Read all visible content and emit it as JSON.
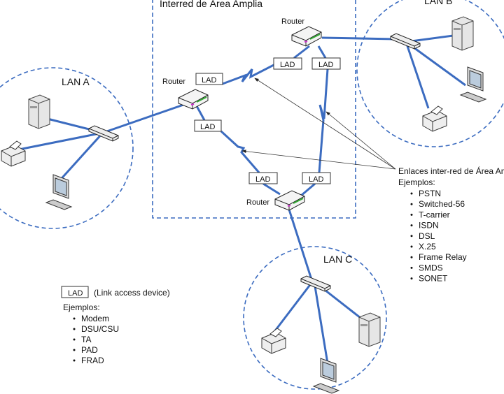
{
  "wan": {
    "title": "Interred de Área Amplia"
  },
  "lans": [
    {
      "label": "LAN A"
    },
    {
      "label": "LAN B"
    },
    {
      "label": "LAN C"
    }
  ],
  "routers": [
    {
      "label": "Router"
    },
    {
      "label": "Router"
    },
    {
      "label": "Router"
    }
  ],
  "lad_label": "LAD",
  "wan_links": {
    "title": "Enlaces inter-red de Área Amplia",
    "examples_label": "Ejemplos:",
    "examples": [
      "PSTN",
      "Switched-56",
      "T-carrier",
      "ISDN",
      "DSL",
      "X.25",
      "Frame Relay",
      "SMDS",
      "SONET"
    ]
  },
  "legend": {
    "box_label": "LAD",
    "description": "(Link access device)",
    "examples_label": "Ejemplos:",
    "examples": [
      "Modem",
      "DSU/CSU",
      "TA",
      "PAD",
      "FRAD"
    ]
  },
  "colors": {
    "link": "#3c6cc0"
  }
}
